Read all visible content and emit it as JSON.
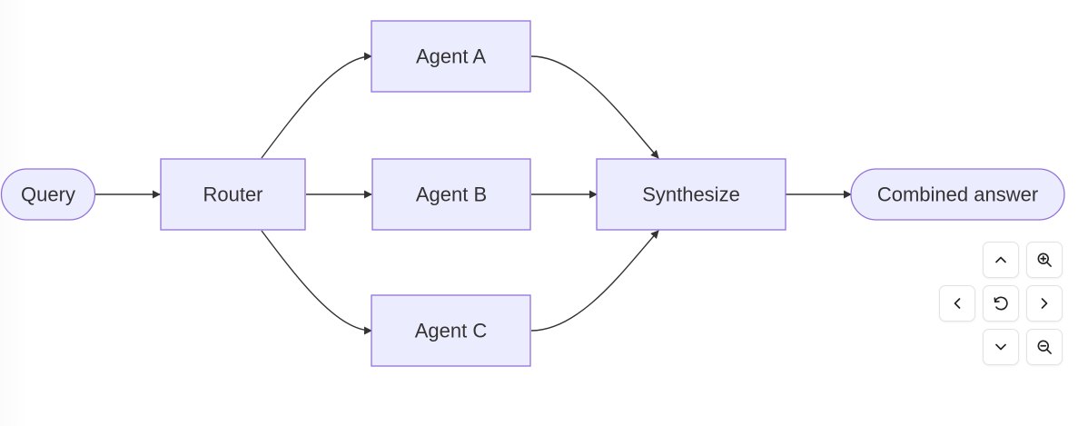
{
  "diagram": {
    "nodes": {
      "query": "Query",
      "router": "Router",
      "agent_a": "Agent A",
      "agent_b": "Agent B",
      "agent_c": "Agent C",
      "synthesize": "Synthesize",
      "combined": "Combined answer"
    },
    "edges": [
      [
        "Query",
        "Router"
      ],
      [
        "Router",
        "Agent A"
      ],
      [
        "Router",
        "Agent B"
      ],
      [
        "Router",
        "Agent C"
      ],
      [
        "Agent A",
        "Synthesize"
      ],
      [
        "Agent B",
        "Synthesize"
      ],
      [
        "Agent C",
        "Synthesize"
      ],
      [
        "Synthesize",
        "Combined answer"
      ]
    ],
    "colors": {
      "node_fill": "#ececff",
      "node_stroke": "#9370db",
      "edge": "#333333",
      "text": "#333333"
    }
  },
  "controls": {
    "pan_up": "chevron-up-icon",
    "zoom_in": "zoom-in-icon",
    "pan_left": "chevron-left-icon",
    "reset": "reset-icon",
    "pan_right": "chevron-right-icon",
    "pan_down": "chevron-down-icon",
    "zoom_out": "zoom-out-icon"
  }
}
